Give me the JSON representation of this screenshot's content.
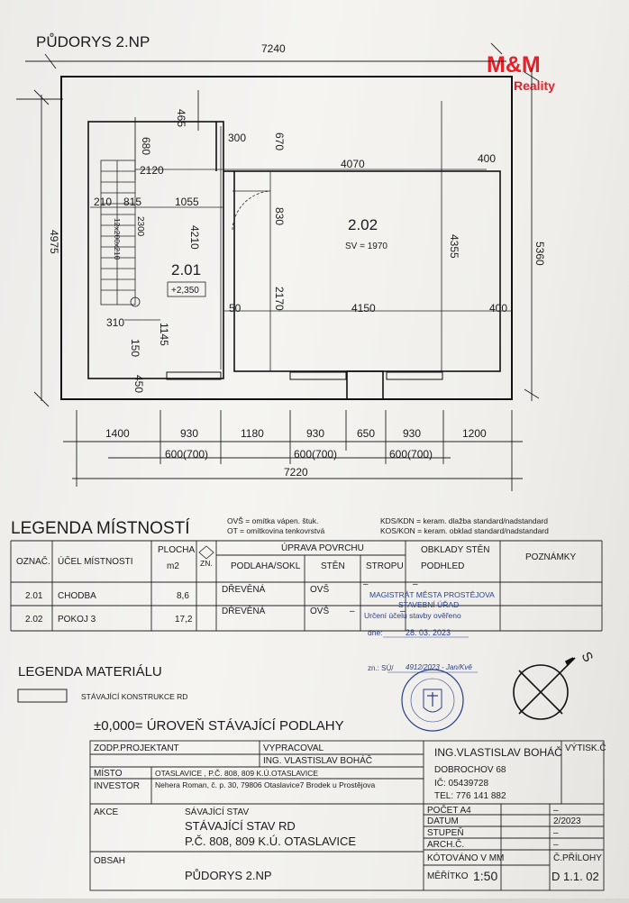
{
  "plan": {
    "title": "PŮDORYS 2.NP",
    "logo": {
      "text": "M&M",
      "sub": "Reality",
      "color": "#e8202a"
    },
    "dims": {
      "top_total": "7240",
      "right_total": "5360",
      "left_total": "4975",
      "top_465": "465",
      "d680": "680",
      "d300": "300",
      "d670": "670",
      "d4070": "4070",
      "d400a": "400",
      "d2120": "2120",
      "d210": "210",
      "d815": "815",
      "d1055": "1055",
      "d830": "830",
      "d2300": "2300",
      "d4210": "4210",
      "d4355": "4355",
      "d2170": "2170",
      "d50": "50",
      "d4150": "4150",
      "d400b": "400",
      "d310": "310",
      "d1145": "1145",
      "d150": "150",
      "d450": "450",
      "stair_marks": "12x200x210",
      "bottom_row1": [
        "1400",
        "930",
        "1180",
        "930",
        "650",
        "930",
        "1200"
      ],
      "bottom_row2": [
        "600(700)",
        "600(700)",
        "600(700)"
      ],
      "bottom_total": "7220"
    },
    "rooms": [
      {
        "id": "2.01",
        "level": "+2,350"
      },
      {
        "id": "2.02",
        "sv": "SV = 1970"
      }
    ]
  },
  "legend": {
    "title": "LEGENDA MÍSTNOSTÍ",
    "abbr": [
      "OVŠ = omítka vápen. štuk.",
      "OT = omítkovina tenkovrstvá",
      "KDS/KDN = keram. dlažba standard/nadstandard",
      "KOS/KON = keram. obklad standard/nadstandard"
    ],
    "headers": {
      "ozn": "OZNAČ.",
      "ucel": "ÚČEL MÍSTNOSTI",
      "plocha": "PLOCHA",
      "m2": "m2",
      "zn": "ZN.",
      "uprava": "ÚPRAVA POVRCHU",
      "podlaha": "PODLAHA/SOKL",
      "sten": "STĚN",
      "stropu": "STROPU",
      "obklady": "OBKLADY STĚN",
      "podhled": "PODHLED",
      "poznamky": "POZNÁMKY"
    },
    "rows": [
      {
        "ozn": "2.01",
        "ucel": "CHODBA",
        "plocha": "8,6",
        "podlaha": "DŘEVĚNÁ",
        "sten": "OVŠ",
        "stropu": "–",
        "obklady": "–"
      },
      {
        "ozn": "2.02",
        "ucel": "POKOJ 3",
        "plocha": "17,2",
        "podlaha": "DŘEVĚNÁ",
        "sten": "OVŠ",
        "stropu": "–",
        "obklady": "–"
      }
    ]
  },
  "stamp": {
    "line1": "MAGISTRÁT MĚSTA PROSTĚJOVA",
    "line2": "STAVEBNÍ ÚŘAD",
    "line3": "Určení účelu stavby ověřeno",
    "dne_label": "dne:",
    "date": "28. 03. 2023",
    "zn_label": "zn.: SÚ/",
    "zn_value": "4912/2023 - Jan/Kvě",
    "seal_text": "MAGISTRÁT MĚSTA PROSTĚJOVA"
  },
  "materials": {
    "title": "LEGENDA MATERIÁLU",
    "item": "STÁVAJÍCÍ  KONSTRUKCE  RD",
    "level": "±0,000= ÚROVEŇ STÁVAJÍCÍ PODLAHY"
  },
  "north": {
    "label": "S"
  },
  "title_block": {
    "zodp": "ZODP.PROJEKTANT",
    "vypracoval": "VYPRACOVAL",
    "vypracoval_name": "ING. VLASTISLAV BOHÁČ",
    "misto_label": "MÍSTO",
    "misto_value": "OTASLAVICE , P.Č. 808, 809 K.Ú.OTASLAVICE",
    "investor_label": "INVESTOR",
    "investor_value": "Nehera Roman, č. p. 30, 79806 Otaslavice7 Brodek u Prostějova",
    "company": "ING.VLASTISLAV BOHÁČ",
    "address": "DOBROCHOV 68",
    "ic": "IČ: 05439728",
    "tel": "TEL: 776 141 882",
    "vytisk": "VÝTISK.Č",
    "akce_label": "AKCE",
    "akce_l1": "SÁVAJÍCÍ STAV",
    "akce_l2": "STÁVAJÍCÍ STAV RD",
    "akce_l3": "P.Č. 808, 809 K.Ú. OTASLAVICE",
    "obsah_label": "OBSAH",
    "obsah_value": "PŮDORYS 2.NP",
    "pocet_label": "POČET A4",
    "pocet_value": "–",
    "datum_label": "DATUM",
    "datum_value": "2/2023",
    "stupen_label": "STUPEŇ",
    "stupen_value": "–",
    "arch_label": "ARCH.Č.",
    "arch_value": "–",
    "kot_label": "KÓTOVÁNO V MM",
    "meritko_label": "MĚŘÍTKO",
    "meritko_value": "1:50",
    "priloha_label": "Č.PŘÍLOHY",
    "priloha_value": "D 1.1. 02"
  }
}
